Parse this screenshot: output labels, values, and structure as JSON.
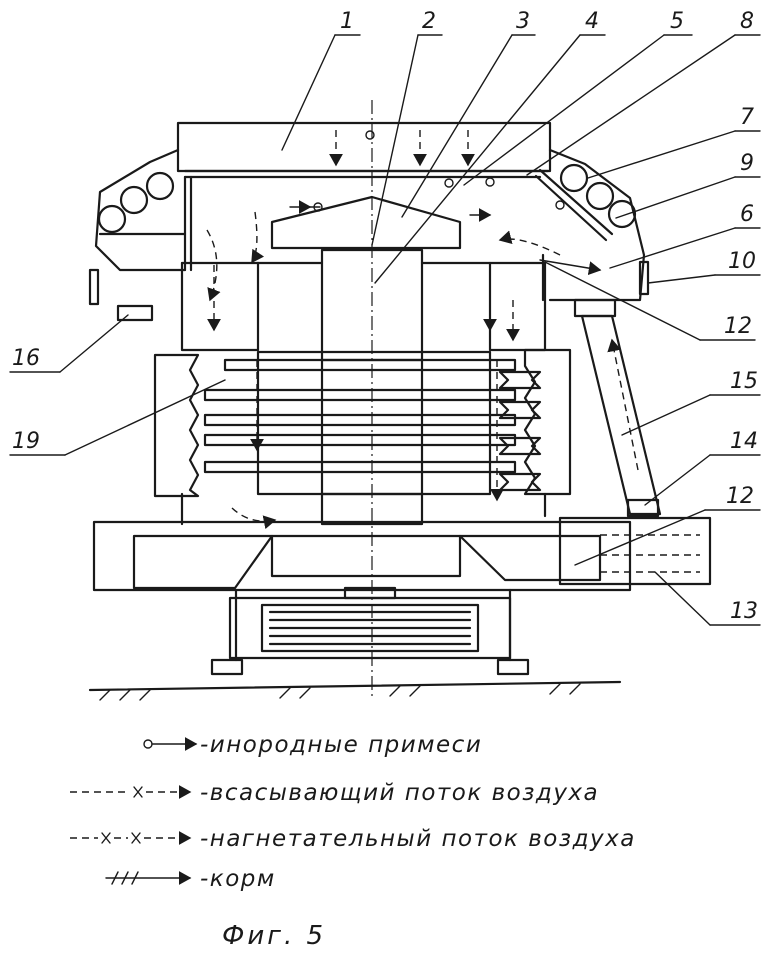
{
  "figure": {
    "caption": "Фиг. 5",
    "part_numbers": {
      "p1": "1",
      "p2": "2",
      "p3": "3",
      "p4": "4",
      "p5": "5",
      "p8": "8",
      "p7": "7",
      "p9": "9",
      "p6": "6",
      "p10": "10",
      "p12a": "12",
      "p16": "16",
      "p15": "15",
      "p19": "19",
      "p14": "14",
      "p12b": "12",
      "p13": "13"
    },
    "legend": [
      {
        "symbol": "circle-arrow",
        "text": "-инородные примеси"
      },
      {
        "symbol": "x-arrow",
        "text": "-всасывающий поток воздуха"
      },
      {
        "symbol": "xx-arrow",
        "text": "-нагнетательный поток воздуха"
      },
      {
        "symbol": "hatch-arrow",
        "text": "-корм"
      }
    ]
  }
}
